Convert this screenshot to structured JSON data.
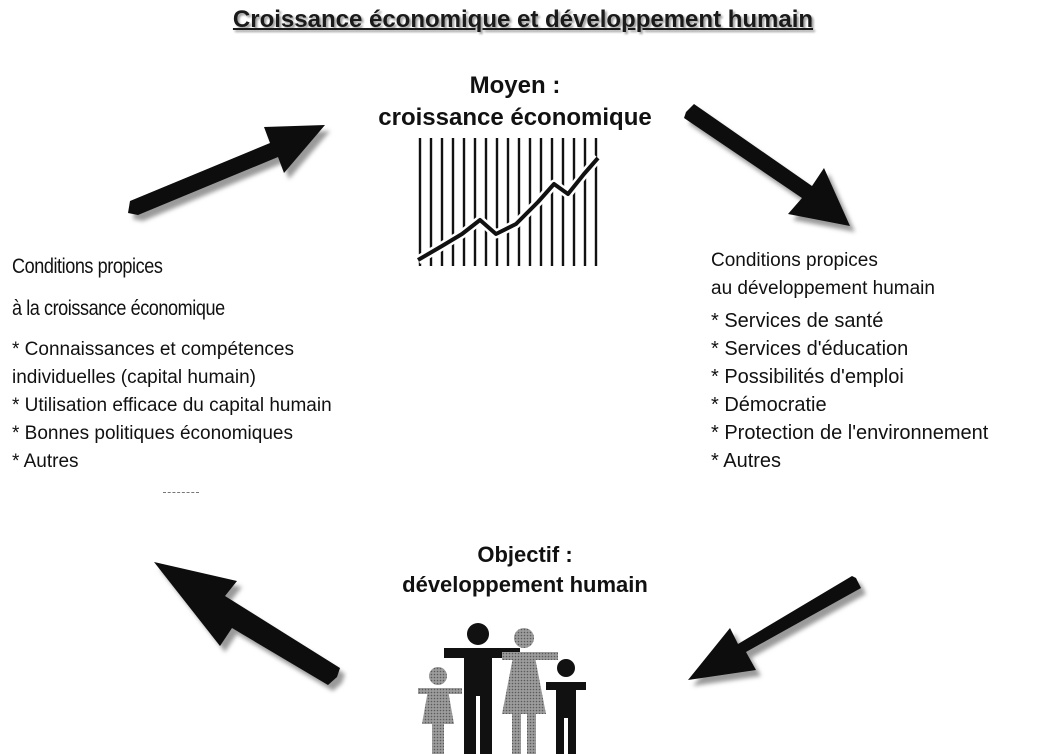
{
  "title": "Croissance économique et développement humain",
  "means": {
    "label": "Moyen :",
    "value": "croissance économique"
  },
  "goal": {
    "label": "Objectif :",
    "value": "développement humain"
  },
  "growth_conditions": {
    "heading_line1": "Conditions propices",
    "heading_line2": "à la croissance économique",
    "items": [
      "* Connaissances et compétences",
      "individuelles (capital humain)",
      "* Utilisation efficace du capital humain",
      "* Bonnes politiques économiques",
      "* Autres"
    ]
  },
  "hd_conditions": {
    "heading_line1": "Conditions propices",
    "heading_line2": "au développement humain",
    "items": [
      "* Services de santé",
      "* Services d'éducation",
      "* Possibilités d'emploi",
      "* Démocratie",
      "* Protection de l'environnement",
      "* Autres"
    ]
  },
  "icons": {
    "growth_chart": "rising-line-chart-icon",
    "family": "family-icon",
    "arrows": [
      "arrow-up-right-icon",
      "arrow-down-right-icon",
      "arrow-down-left-icon",
      "arrow-up-left-icon"
    ]
  },
  "colors": {
    "text": "#111111",
    "arrow_fill": "#0d0d0d",
    "shadow": "#9a9a9a"
  }
}
